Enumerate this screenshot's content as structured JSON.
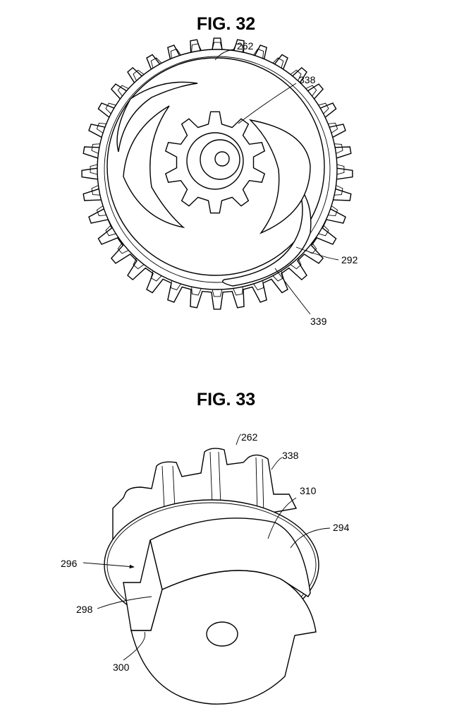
{
  "figures": [
    {
      "title": "FIG. 32",
      "labels": [
        "262",
        "338",
        "292",
        "339"
      ]
    },
    {
      "title": "FIG. 33",
      "labels": [
        "262",
        "338",
        "310",
        "294",
        "296",
        "298",
        "300"
      ]
    }
  ]
}
